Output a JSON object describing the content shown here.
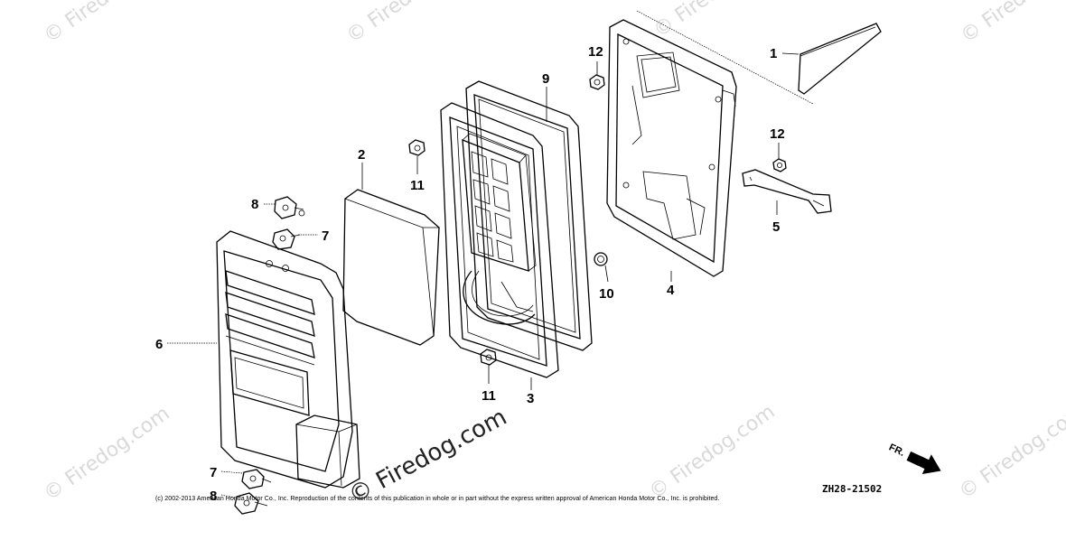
{
  "diagram": {
    "callouts": {
      "c1": "1",
      "c2": "2",
      "c3": "3",
      "c4": "4",
      "c5": "5",
      "c6": "6",
      "c7a": "7",
      "c7b": "7",
      "c8a": "8",
      "c8b": "8",
      "c9": "9",
      "c10": "10",
      "c11a": "11",
      "c11b": "11",
      "c12a": "12",
      "c12b": "12"
    },
    "diagram_code": "ZH28-21502",
    "direction_label": "FR."
  },
  "watermark": {
    "text": "Firedog.com",
    "big_text": "Firedog.com",
    "symbol": "©"
  },
  "copyright": "(c) 2002-2013 American Honda Motor Co., Inc. Reproduction of the contents of this publication in whole or in part without the express written approval of American Honda Motor Co., Inc. is prohibited."
}
